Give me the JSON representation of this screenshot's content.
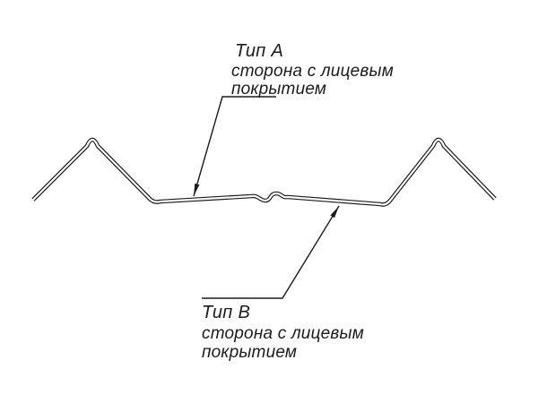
{
  "diagram": {
    "label_a": {
      "title": "Тип A",
      "line1": "сторона с лицевым",
      "line2": "покрытием"
    },
    "label_b": {
      "title": "Тип B",
      "line1": "сторона с лицевым",
      "line2": "покрытием"
    }
  },
  "colors": {
    "ink": "#1c1c1c",
    "background": "#ffffff"
  }
}
